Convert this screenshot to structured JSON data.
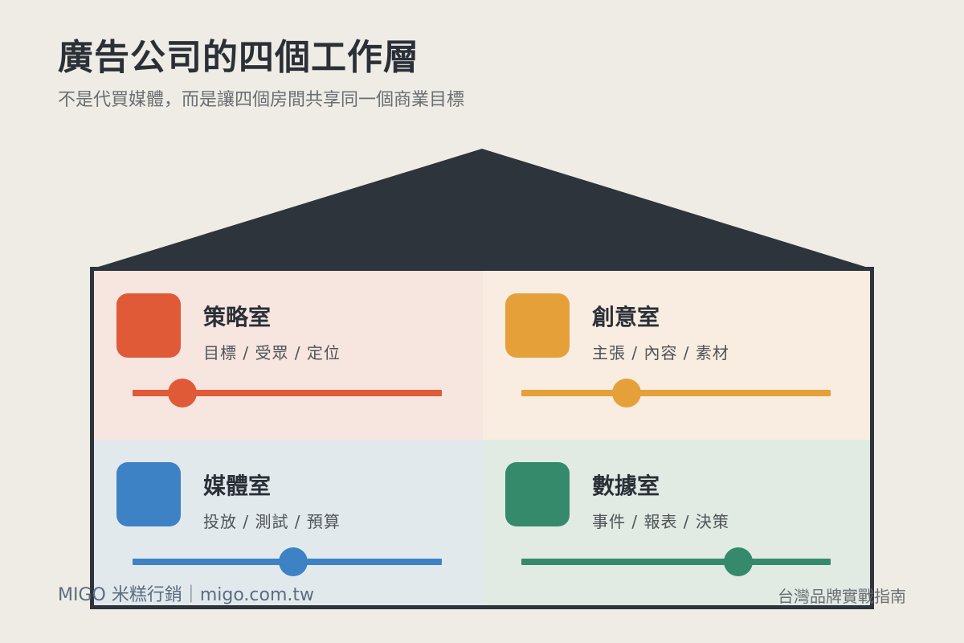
{
  "header": {
    "title": "廣告公司的四個工作層",
    "subtitle": "不是代買媒體，而是讓四個房間共享同一個商業目標"
  },
  "rooms": [
    {
      "name": "策略室",
      "desc": "目標 / 受眾 / 定位",
      "color": "#e05a38",
      "bg": "#f6e6df",
      "level": 0.16
    },
    {
      "name": "創意室",
      "desc": "主張 / 內容 / 素材",
      "color": "#e6a03a",
      "bg": "#f8ede0",
      "level": 0.34
    },
    {
      "name": "媒體室",
      "desc": "投放 / 測試 / 預算",
      "color": "#3e82c6",
      "bg": "#e2e9ec",
      "level": 0.52
    },
    {
      "name": "數據室",
      "desc": "事件 / 報表 / 決策",
      "color": "#358a6c",
      "bg": "#e1eae3",
      "level": 0.7
    }
  ],
  "colors": {
    "roof": "#2e343b",
    "background": "#eeece4"
  },
  "footer": {
    "brand": "MIGO 米糕行銷｜migo.com.tw",
    "tagline": "台灣品牌實戰指南"
  }
}
